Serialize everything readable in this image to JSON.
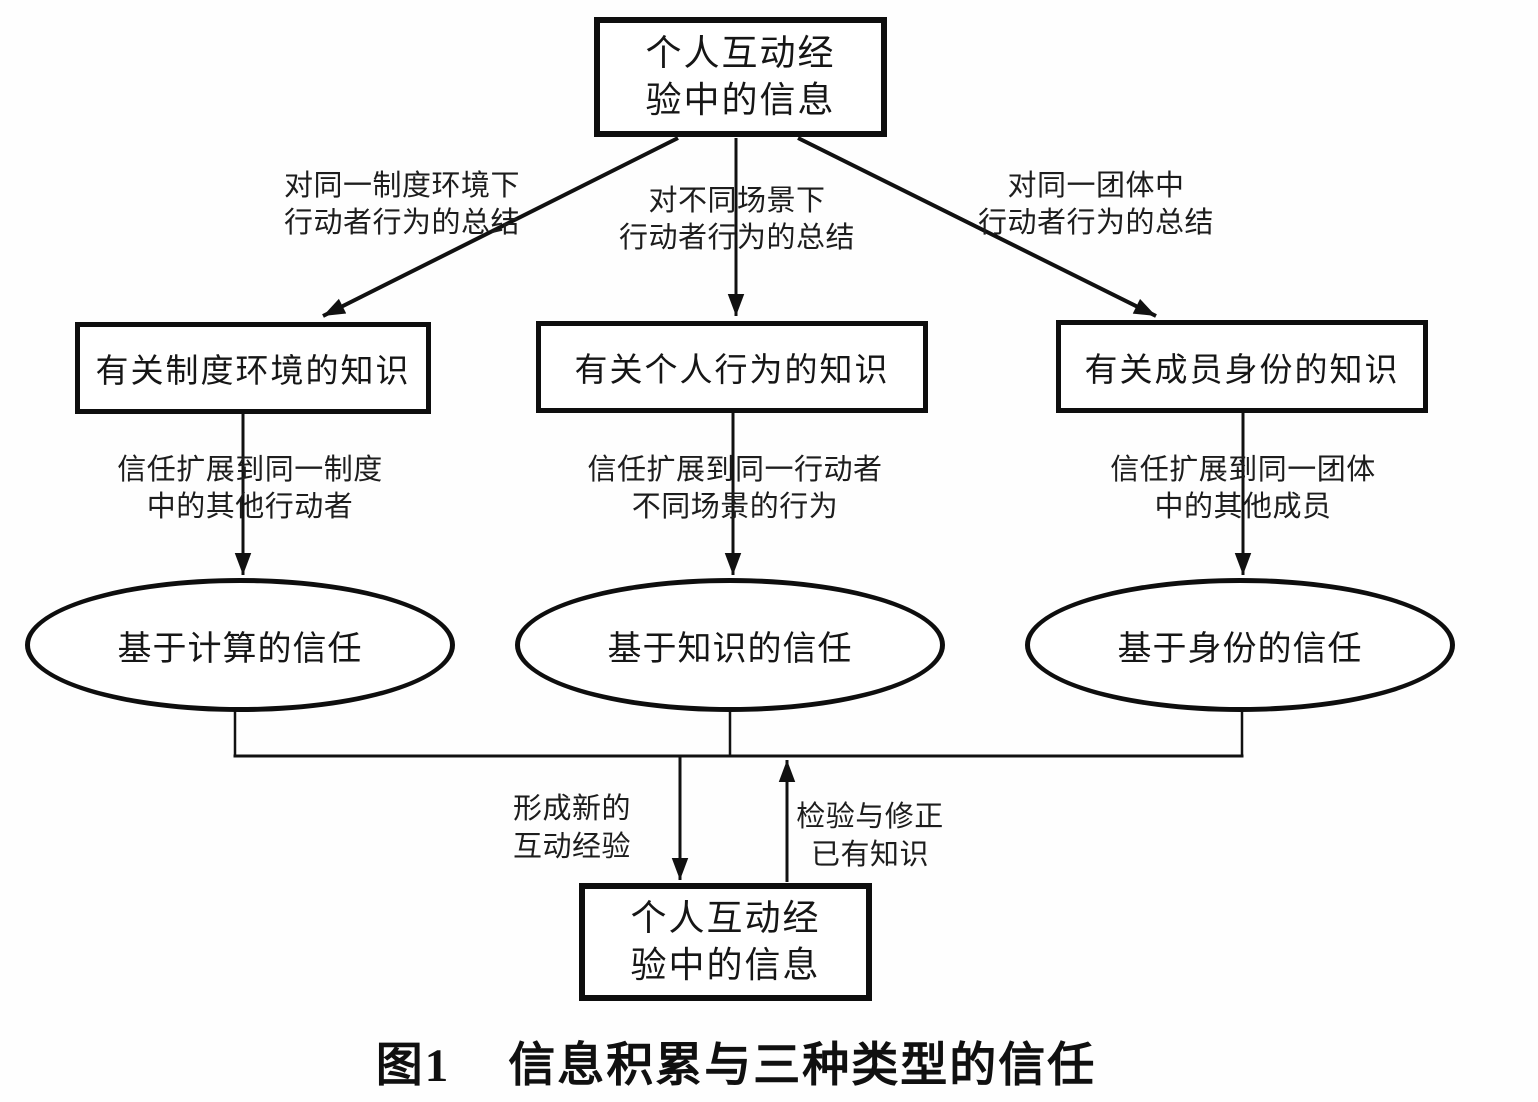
{
  "diagram": {
    "top_box": "个人互动经\n验中的信息",
    "knowledge_boxes": [
      "有关制度环境的知识",
      "有关个人行为的知识",
      "有关成员身份的知识"
    ],
    "trust_ellipses": [
      "基于计算的信任",
      "基于知识的信任",
      "基于身份的信任"
    ],
    "arrow_labels": {
      "summary": [
        "对同一制度环境下\n行动者行为的总结",
        "对不同场景下\n行动者行为的总结",
        "对同一团体中\n行动者行为的总结"
      ],
      "extension": [
        "信任扩展到同一制度\n中的其他行动者",
        "信任扩展到同一行动者\n不同场景的行为",
        "信任扩展到同一团体\n中的其他成员"
      ],
      "new_experience": "形成新的\n互动经验",
      "revise_knowledge": "检验与修正\n已有知识"
    },
    "bottom_box": "个人互动经\n验中的信息",
    "caption_label": "图1",
    "caption_text": "信息积累与三种类型的信任"
  },
  "colors": {
    "ink": "#111111",
    "background": "#fefefe"
  }
}
